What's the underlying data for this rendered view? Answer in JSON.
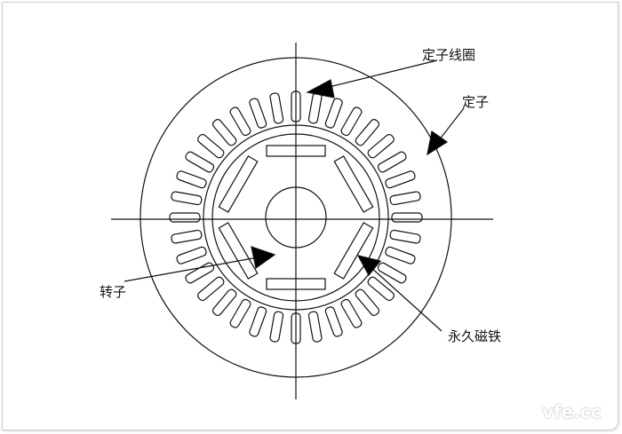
{
  "labels": {
    "stator_coil": "定子线圈",
    "stator": "定子",
    "rotor": "转子",
    "permanent_magnet": "永久磁铁"
  },
  "watermark": "vfe.cc",
  "slot_count": 36,
  "magnet_count": 6
}
